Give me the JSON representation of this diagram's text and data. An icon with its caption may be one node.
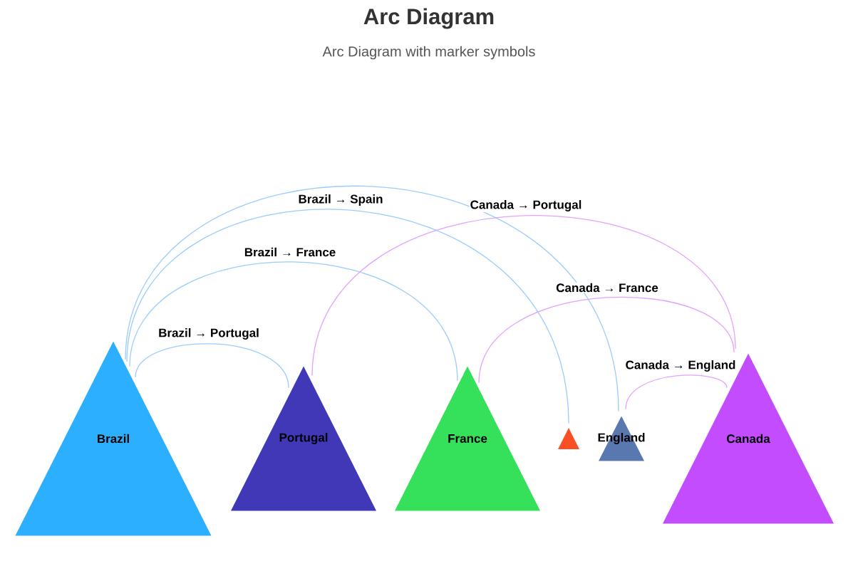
{
  "diagram": {
    "title": "Arc Diagram",
    "nodes": [
      {
        "text": [
          "Brazil"
        ]
      },
      {
        "text": [
          "Portugal"
        ]
      },
      {
        "text": [
          "France"
        ]
      },
      {
        "text": [],
        "shape": "triangle"
      },
      {
        "text": [
          "England"
        ]
      },
      {
        "text": [
          "Canada"
        ]
      }
    ],
    "edges": [
      {
        "from": 0,
        "to": 1,
        "arrow": "none",
        "label": "Brazil → Portugal"
      },
      {
        "from": 0,
        "to": 2,
        "arrow": "none",
        "label": "Brazil → France"
      },
      {
        "from": 0,
        "to": 3,
        "arrow": "none",
        "label": "Brazil → Spain"
      },
      {
        "from": 0,
        "to": 4,
        "arrow": "none"
      },
      {
        "from": 5,
        "to": 1,
        "arrow": "none",
        "label": "Canada → Portugal",
        "color": "#e0a3ff"
      },
      {
        "from": 5,
        "to": 2,
        "arrow": "none",
        "label": "Canada → France",
        "color": "#e0a3ff"
      },
      {
        "from": 5,
        "to": 4,
        "arrow": "none",
        "label": "Canada → England",
        "color": "#e0a3ff"
      }
    ],
    "labels": [
      "Arc Diagram with marker symbols"
    ]
  }
}
